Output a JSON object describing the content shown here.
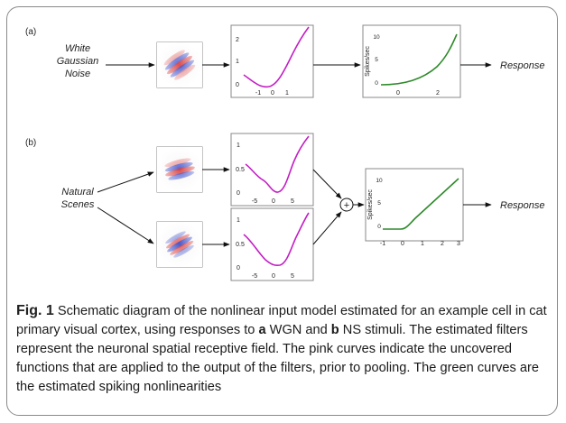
{
  "panel_a": {
    "label": "(a)",
    "input_label": [
      "White",
      "Gaussian",
      "Noise"
    ],
    "nonlinearity": {
      "y_ticks": [
        "2",
        "1",
        "0"
      ],
      "x_ticks": [
        "-1",
        "0",
        "1"
      ]
    },
    "output_nl": {
      "y_axis_label": "Spikes/sec",
      "y_ticks": [
        "10",
        "5",
        "0"
      ],
      "x_ticks": [
        "0",
        "2"
      ]
    },
    "response_label": "Response"
  },
  "panel_b": {
    "label": "(b)",
    "input_label": [
      "Natural",
      "Scenes"
    ],
    "nonlinearity_top": {
      "y_ticks": [
        "1",
        "0.5",
        "0"
      ],
      "x_ticks": [
        "-5",
        "0",
        "5"
      ]
    },
    "nonlinearity_bottom": {
      "y_ticks": [
        "1",
        "0.5",
        "0"
      ],
      "x_ticks": [
        "-5",
        "0",
        "5"
      ]
    },
    "sum_symbol": "+",
    "output_nl": {
      "y_axis_label": "Spikes/sec",
      "y_ticks": [
        "10",
        "5",
        "0"
      ],
      "x_ticks": [
        "-1",
        "0",
        "1",
        "2",
        "3"
      ]
    },
    "response_label": "Response"
  },
  "caption": {
    "fig_label": "Fig. 1",
    "seg1": "  Schematic diagram of the nonlinear input model estimated for an example cell in cat primary visual cortex, using responses to ",
    "bold_a": "a",
    "seg2": " WGN and ",
    "bold_b": "b",
    "seg3": " NS stimuli. The estimated filters represent the neuronal spatial receptive field. The pink curves indicate the uncovered functions that are applied to the output of the filters, prior to pooling. The green curves are the estimated spiking nonlinearities"
  },
  "colors": {
    "nonlinearity_curve": "#c21fc4",
    "spiking_curve": "#2f8a2b",
    "filter_red": "#d83a3a",
    "filter_blue": "#3648c8",
    "frame": "#8a8a8a"
  }
}
